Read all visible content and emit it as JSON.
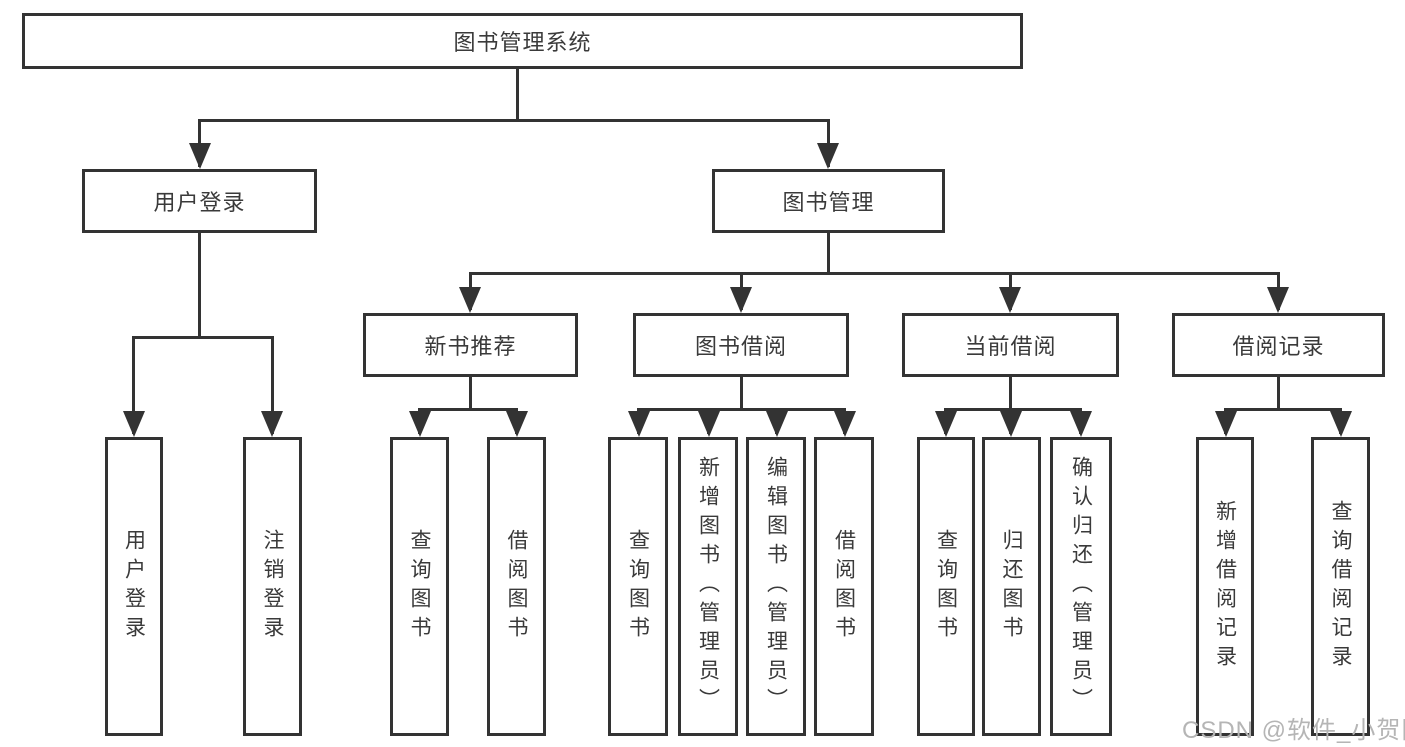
{
  "diagram": {
    "root": {
      "label": "图书管理系统"
    },
    "user_login": {
      "label": "用户登录",
      "children": [
        {
          "label": "用户登录"
        },
        {
          "label": "注销登录"
        }
      ]
    },
    "book_mgmt": {
      "label": "图书管理",
      "sections": [
        {
          "label": "新书推荐",
          "children": [
            {
              "label": "查询图书"
            },
            {
              "label": "借阅图书"
            }
          ]
        },
        {
          "label": "图书借阅",
          "children": [
            {
              "label": "查询图书"
            },
            {
              "label": "新增图书（管理员）"
            },
            {
              "label": "编辑图书（管理员）"
            },
            {
              "label": "借阅图书"
            }
          ]
        },
        {
          "label": "当前借阅",
          "children": [
            {
              "label": "查询图书"
            },
            {
              "label": "归还图书"
            },
            {
              "label": "确认归还（管理员）"
            }
          ]
        },
        {
          "label": "借阅记录",
          "children": [
            {
              "label": "新增借阅记录"
            },
            {
              "label": "查询借阅记录"
            }
          ]
        }
      ]
    }
  },
  "watermark": "CSDN @软件_小贺同学",
  "colors": {
    "line": "#333333",
    "text": "#3a3a3a",
    "watermark": "#b5b5b5",
    "background": "#ffffff"
  }
}
